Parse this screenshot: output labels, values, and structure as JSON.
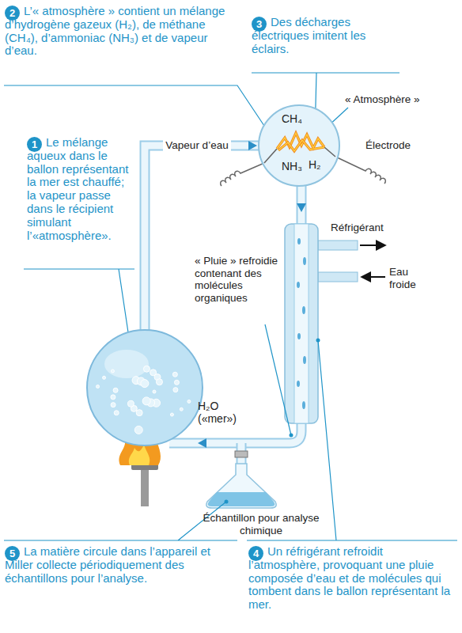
{
  "diagram": {
    "nodes": [
      {
        "text": [
          "CH₄",
          "NH₃",
          "H₂"
        ]
      },
      {
        "text": [
          "H₂O («mer»)"
        ]
      }
    ],
    "edges": [
      {
        "from": 1,
        "to": 0,
        "arrow": "to",
        "label": "Vapeur d’eau"
      }
    ],
    "labels": [
      "1",
      "Le mélange aqueux dans le ballon représentant la mer est chauffé; la vapeur passe dans le récipient simulant l’«atmosphère».",
      "2",
      "L’« atmosphère » contient un mélange d’hydrogène gazeux (H₂), de méthane (CH₄), d’ammoniac (NH₃) et de vapeur d’eau.",
      "3",
      "Des décharges électriques imitent les éclairs.",
      "« Atmosphère »",
      "Électrode",
      "Réfrigérant",
      "Eau froide",
      "« Pluie » refroidie contenant des molécules organiques",
      "Échantillon pour analyse chimique",
      "4",
      "Un réfrigérant refroidit l’atmosphère, provoquant une pluie composée d’eau et de molécules qui tombent dans le ballon représentant la mer.",
      "5",
      "La matière circule dans l’appareil et Miller collecte périodiquement des échantillons pour l’analyse."
    ]
  }
}
